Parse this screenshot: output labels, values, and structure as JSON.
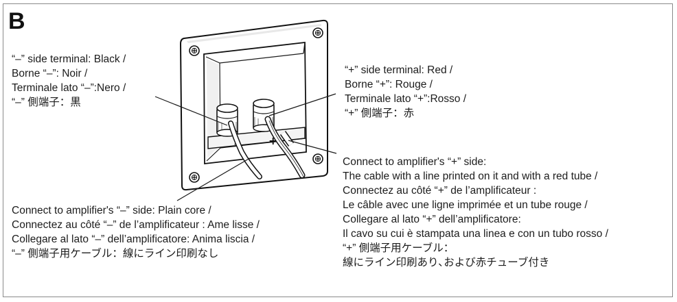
{
  "section_label": "B",
  "callouts": {
    "minus_terminal": [
      "“–” side terminal: Black /",
      "Borne “–”: Noir /",
      "Terminale lato “–”:Nero /",
      "“–” 側端子：黒"
    ],
    "plus_terminal": [
      "“+” side terminal: Red /",
      "Borne “+”: Rouge /",
      "Terminale lato “+”:Rosso /",
      "“+” 側端子：赤"
    ],
    "plus_cable": [
      "Connect to amplifier's “+” side:",
      "The cable with a line printed on it and with a red tube /",
      "Connectez au côté “+” de l’amplificateur :",
      "Le câble avec une ligne imprimée et un tube rouge /",
      "Collegare al lato “+” dell’amplificatore:",
      "Il cavo su cui è stampata una linea e con un tubo rosso /",
      "“+” 側端子用ケーブル：",
      "線にライン印刷あり､および赤チューブ付き"
    ],
    "minus_cable": [
      "Connect to amplifier's “–” side: Plain core /",
      "Connectez au côté “–” de l’amplificateur : Ame lisse /",
      "Collegare al lato “–” dell’amplificatore: Anima liscia /",
      "“–” 側端子用ケーブル：線にライン印刷なし"
    ]
  },
  "panel_marks": {
    "minus": "−",
    "plus": "+"
  }
}
